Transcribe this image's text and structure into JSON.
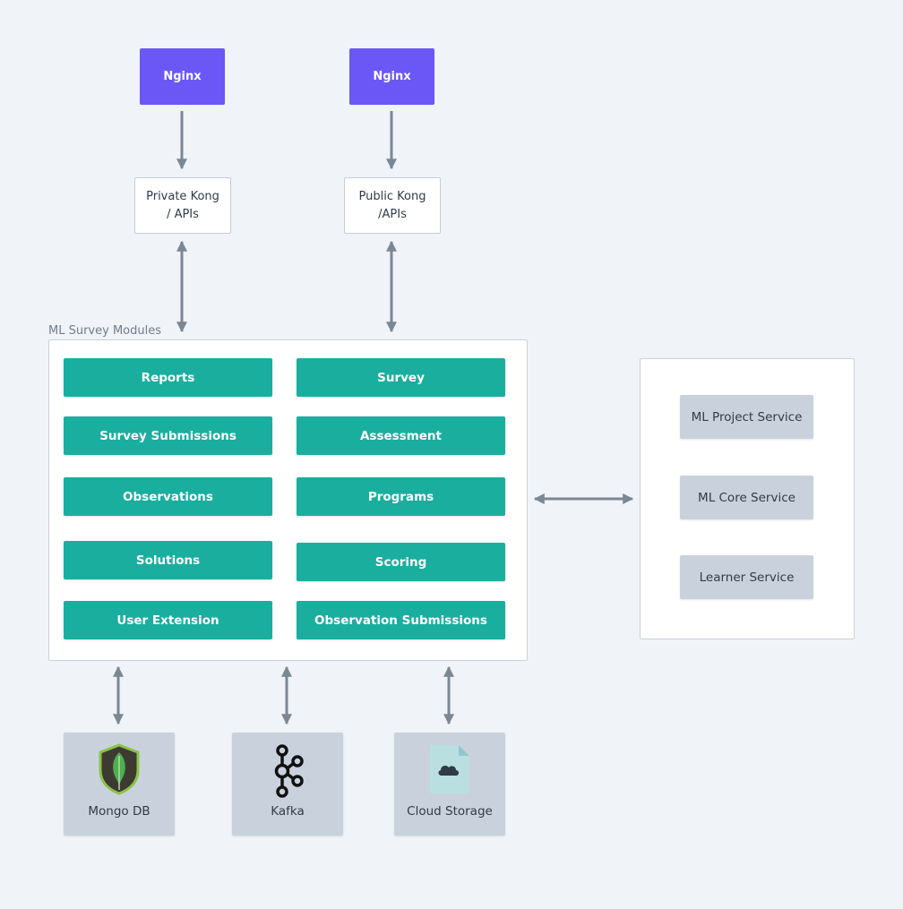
{
  "gateways": [
    {
      "nginx_label": "Nginx",
      "kong_lines": [
        "Private Kong",
        "/ APIs"
      ]
    },
    {
      "nginx_label": "Nginx",
      "kong_lines": [
        "Public Kong",
        "/APIs"
      ]
    }
  ],
  "modules_group": {
    "label": "ML Survey Modules",
    "left_column": [
      "Reports",
      "Survey Submissions",
      "Observations",
      "Solutions",
      "User Extension"
    ],
    "right_column": [
      "Survey",
      "Assessment",
      "Programs",
      "Scoring",
      "Observation Submissions"
    ]
  },
  "services": [
    "ML Project Service",
    "ML Core Service",
    "Learner Service"
  ],
  "stores": [
    {
      "label": "Mongo DB",
      "icon": "mongodb-leaf-icon"
    },
    {
      "label": "Kafka",
      "icon": "kafka-icon"
    },
    {
      "label": "Cloud Storage",
      "icon": "cloud-storage-file-icon"
    }
  ],
  "colors": {
    "background": "#f0f3f7",
    "nginx": "#6a57f6",
    "module": "#1aae9f",
    "service": "#c9d2dc",
    "arrow": "#7a8795"
  }
}
